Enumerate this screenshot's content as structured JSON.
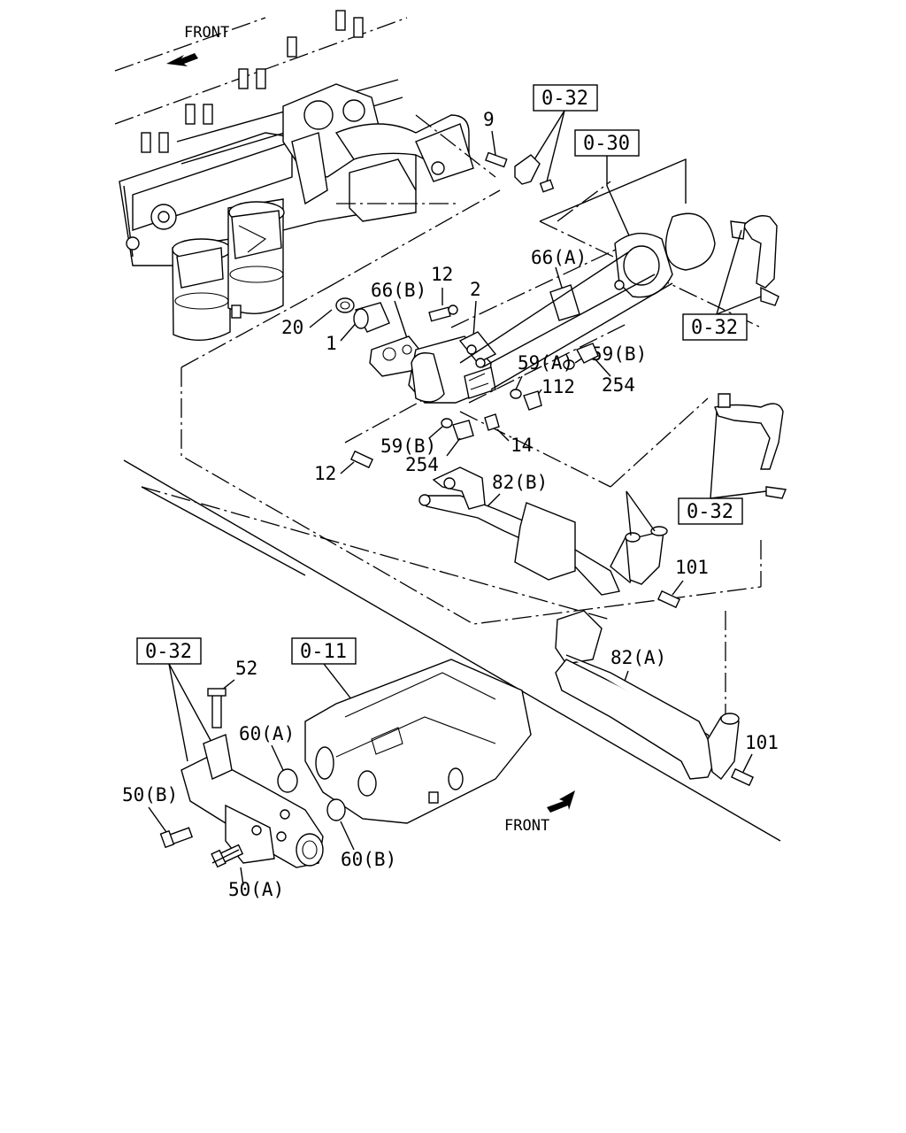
{
  "front_labels": [
    "FRONT",
    "FRONT"
  ],
  "ref_boxes": {
    "r1": "0-32",
    "r2": "0-30",
    "r3": "0-32",
    "r4": "0-32",
    "r5": "0-32",
    "r6": "0-11"
  },
  "callouts": {
    "c9": "9",
    "c66a": "66(A)",
    "c66b": "66(B)",
    "c12a": "12",
    "c2": "2",
    "c20": "20",
    "c1": "1",
    "c59b_top": "59(B)",
    "c59a": "59(A)",
    "c112": "112",
    "c254_top": "254",
    "c59b_low": "59(B)",
    "c254_low": "254",
    "c14": "14",
    "c12b": "12",
    "c82b": "82(B)",
    "c101a": "101",
    "c82a": "82(A)",
    "c101b": "101",
    "c52": "52",
    "c60a": "60(A)",
    "c50b": "50(B)",
    "c60b": "60(B)",
    "c50a": "50(A)"
  }
}
